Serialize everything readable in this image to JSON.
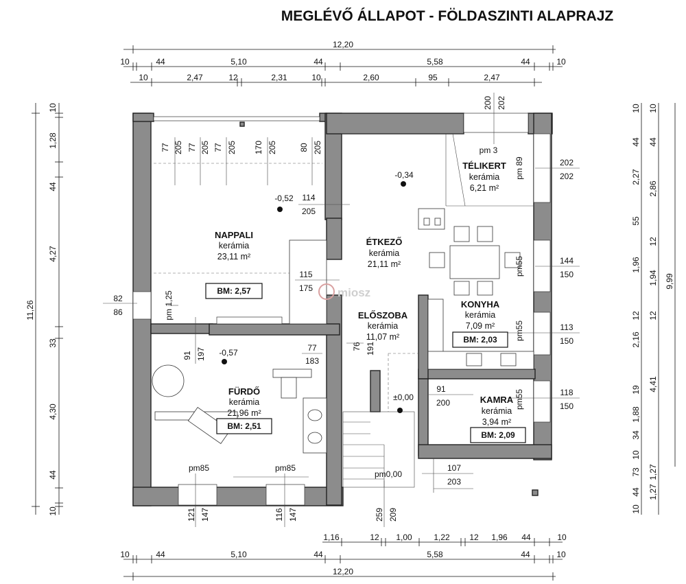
{
  "title": "MEGLÉVŐ ÁLLAPOT - FÖLDASZINTI ALAPRAJZ",
  "watermark": "miosz",
  "top_dims": {
    "row1": [
      "12,20"
    ],
    "row2": [
      "10",
      "44",
      "5,10",
      "44",
      "5,58",
      "44",
      "10"
    ],
    "row3": [
      "10",
      "2,47",
      "12",
      "2,31",
      "10",
      "2,60",
      "95",
      "2,47"
    ]
  },
  "bottom_dims": {
    "row1": [
      "1,16",
      "12",
      "1,00",
      "1,22",
      "12",
      "1,96",
      "44",
      "10"
    ],
    "row2": [
      "10",
      "44",
      "5,10",
      "44",
      "5,58",
      "44",
      "10"
    ],
    "row3": [
      "12,20"
    ]
  },
  "left_dims": {
    "total": "11,26",
    "parts": [
      "10",
      "1,28",
      "44",
      "4,27",
      "33",
      "4,30",
      "44",
      "10"
    ]
  },
  "right_dims": {
    "outer": [
      "10",
      "44",
      "2,27",
      "55",
      "1,96",
      "12",
      "2,16",
      "19",
      "1,88",
      "34",
      "10",
      "73",
      "44",
      "10"
    ],
    "middle": [
      "10",
      "44",
      "2,86",
      "12",
      "1,94",
      "12",
      "4,41",
      "1,27",
      "1,27"
    ],
    "total": "9,99"
  },
  "rooms": {
    "nappali": {
      "name": "NAPPALI",
      "floor": "kerámia",
      "area": "23,11 m²",
      "bm": "BM: 2,57"
    },
    "etkezo": {
      "name": "ÉTKEZŐ",
      "floor": "kerámia",
      "area": "21,11 m²"
    },
    "telikert": {
      "name": "TÉLIKERT",
      "floor": "kerámia",
      "area": "6,21 m²"
    },
    "konyha": {
      "name": "KONYHA",
      "floor": "kerámia",
      "area": "7,09 m²",
      "bm": "BM: 2,03"
    },
    "eloszoba": {
      "name": "ELŐSZOBA",
      "floor": "kerámia",
      "area": "11,07 m²"
    },
    "furdo": {
      "name": "FÜRDŐ",
      "floor": "kerámia",
      "area": "21,96 m²",
      "bm": "BM: 2,51"
    },
    "kamra": {
      "name": "KAMRA",
      "floor": "kerámia",
      "area": "3,94 m²",
      "bm": "BM: 2,09"
    }
  },
  "levels": [
    "-0,52",
    "-0,34",
    "-0,57",
    "±0,00"
  ],
  "parapets": [
    "pm 3",
    "pm 89",
    "pm55",
    "pm55",
    "pm55",
    "pm 1,25",
    "pm85",
    "pm85",
    "pm0,00"
  ],
  "openings": {
    "top_vertical": [
      "77",
      "205",
      "77",
      "205",
      "77",
      "205",
      "170",
      "205",
      "80",
      "205",
      "200",
      "202"
    ],
    "fractions": [
      {
        "top": "114",
        "bottom": "205"
      },
      {
        "top": "115",
        "bottom": "175"
      },
      {
        "top": "82",
        "bottom": "86"
      },
      {
        "top": "202",
        "bottom": "202"
      },
      {
        "top": "144",
        "bottom": "150"
      },
      {
        "top": "113",
        "bottom": "150"
      },
      {
        "top": "118",
        "bottom": "150"
      },
      {
        "top": "91",
        "bottom": "200"
      },
      {
        "top": "107",
        "bottom": "203"
      },
      {
        "top": "77",
        "bottom": "183"
      }
    ],
    "vertical_pairs": [
      "91",
      "197",
      "76",
      "191",
      "121",
      "147",
      "116",
      "147",
      "259",
      "209"
    ]
  }
}
